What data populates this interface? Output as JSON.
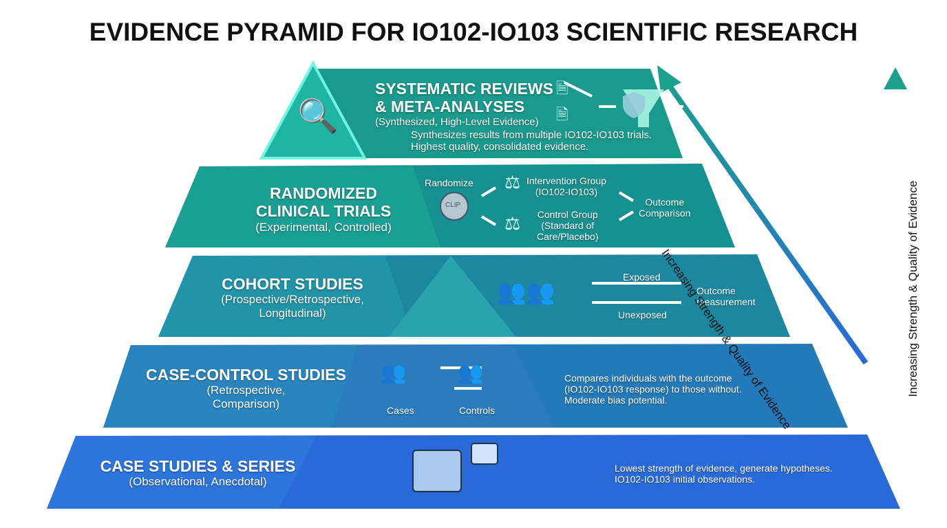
{
  "title": "EVIDENCE PYRAMID FOR IO102-IO103 SCIENTIFIC RESEARCH",
  "levels": [
    {
      "title1": "SYSTEMATIC REVIEWS",
      "title2": "& META-ANALYSES",
      "subtitle": "(Synthesized, High-Level Evidence)",
      "desc1": "Synthesizes results from multiple IO102-IO103 trials.",
      "desc2": "Highest quality, consolidated evidence.",
      "color": "#1a9a8c"
    },
    {
      "title1": "RANDOMIZED",
      "title2": "CLINICAL TRIALS",
      "subtitle": "(Experimental, Controlled)",
      "randomize": "Randomize",
      "coin": "CLIP",
      "intervention1": "Intervention Group",
      "intervention2": "(IO102-IO103)",
      "control1": "Control Group",
      "control2": "(Standard of",
      "control3": "Care/Placebo)",
      "outcome1": "Outcome",
      "outcome2": "Comparison",
      "color": "#17918f"
    },
    {
      "title1": "COHORT STUDIES",
      "subtitle1": "(Prospective/Retrospective,",
      "subtitle2": "Longitudinal)",
      "exposed": "Exposed",
      "unexposed": "Unexposed",
      "outcome1": "Outcome",
      "outcome2": "measurement",
      "color": "#1d87a0"
    },
    {
      "title1": "CASE-CONTROL STUDIES",
      "subtitle1": "(Retrospective,",
      "subtitle2": "Comparison)",
      "cases": "Cases",
      "controls": "Controls",
      "desc1": "Compares individuals with the outcome",
      "desc2": "(IO102-IO103 response) to those without.",
      "desc3": "Moderate bias potential.",
      "color": "#2479b8"
    },
    {
      "title1": "CASE STUDIES & SERIES",
      "subtitle": "(Observational, Anecdotal)",
      "desc1": "Lowest strength of evidence, generate hypotheses.",
      "desc2": "IO102-IO103 initial observations.",
      "color": "#2a6ad8"
    }
  ],
  "arrow_label": "Increasing Strength & Quality of Evidence"
}
